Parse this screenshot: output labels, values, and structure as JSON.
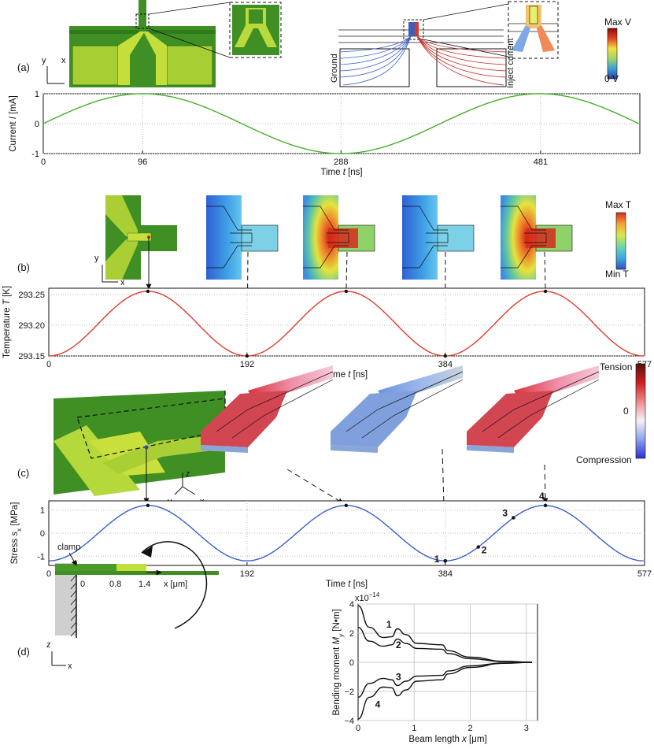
{
  "panels": {
    "a": {
      "label": "(a)",
      "schematic_labels": {
        "ground": "Ground",
        "inject": "Inject current"
      },
      "colorbar": {
        "max": "Max V",
        "min": "0 V",
        "colors": [
          "#2c3e9e",
          "#39a0d8",
          "#9fd46a",
          "#f2e23a",
          "#e0421f",
          "#8c0a0a"
        ]
      },
      "axes": {
        "x": "x",
        "y": "y"
      }
    },
    "b": {
      "label": "(b)",
      "colorbar": {
        "max": "Max T",
        "min": "Min T",
        "colors": [
          "#2f51c8",
          "#3ea7e3",
          "#6fd6a8",
          "#d7e84a",
          "#f5a33b",
          "#d82a1b"
        ]
      },
      "axes": {
        "x": "x",
        "y": "y"
      }
    },
    "c": {
      "label": "(c)",
      "colorbar": {
        "max": "Tension",
        "mid": "0",
        "min": "Compression",
        "colors": [
          "#2b2fd4",
          "#8ea2ee",
          "#f3f3f6",
          "#f08a8a",
          "#cf1f1f",
          "#5a0f0f"
        ]
      },
      "axes": {
        "x": "x",
        "y": "y",
        "z": "z"
      },
      "markers": [
        "1",
        "2",
        "3",
        "4"
      ]
    },
    "d": {
      "label": "(d)",
      "clamp_label": "clamp",
      "beam_ticks": [
        "0",
        "0.8",
        "1.4"
      ],
      "beam_axis_label": "x [μm]",
      "axes": {
        "z": "z",
        "x": "x"
      }
    }
  },
  "chart_data": [
    {
      "id": "current",
      "type": "line",
      "xlabel": "Time t [ns]",
      "ylabel": "Current I [mA]",
      "xlim": [
        0,
        577
      ],
      "ylim": [
        -1,
        1
      ],
      "xticks": [
        "0",
        "96",
        "288",
        "481"
      ],
      "yticks": [
        "-1",
        "0",
        "1"
      ],
      "grid": true,
      "color": "#44b02a",
      "series": [
        {
          "function": "sin",
          "amplitude": 1,
          "offset": 0,
          "period_ns": 384,
          "peak_ns": 96
        }
      ]
    },
    {
      "id": "temperature",
      "type": "line",
      "xlabel": "Time t [ns]",
      "ylabel": "Temperature T [K]",
      "xlim": [
        0,
        577
      ],
      "ylim": [
        293.15,
        293.26
      ],
      "xticks": [
        "0",
        "192",
        "384",
        "577"
      ],
      "yticks": [
        "293.15",
        "293.20",
        "293.25"
      ],
      "grid": true,
      "color": "#e23a2a",
      "series": [
        {
          "function": "cos",
          "min": 293.15,
          "max": 293.255,
          "period_ns": 192,
          "peak_ns": 96
        }
      ],
      "highlight_points": [
        96,
        192,
        288,
        384,
        481
      ]
    },
    {
      "id": "stress",
      "type": "line",
      "xlabel": "Time t [ns]",
      "ylabel": "Stress s_x [MPa]",
      "xlim": [
        0,
        577
      ],
      "ylim": [
        -1.4,
        1.4
      ],
      "xticks": [
        "0",
        "192",
        "384",
        "577"
      ],
      "yticks": [
        "-1",
        "0",
        "1"
      ],
      "grid": true,
      "color": "#3a5fd0",
      "series": [
        {
          "function": "cos",
          "min": -1.2,
          "max": 1.2,
          "period_ns": 192,
          "peak_ns": 96
        }
      ],
      "highlight_points": [
        96,
        288,
        384,
        481
      ],
      "numbered_points": [
        {
          "label": "1",
          "t": 384
        },
        {
          "label": "2",
          "t": 416
        },
        {
          "label": "3",
          "t": 450
        },
        {
          "label": "4",
          "t": 481
        }
      ]
    },
    {
      "id": "bending_moment",
      "type": "line",
      "xlabel": "Beam length x [μm]",
      "ylabel": "Bending moment My [N•m]",
      "scale_label": "x10",
      "scale_exp": "−14",
      "xlim": [
        0,
        3.2
      ],
      "ylim": [
        -4,
        4
      ],
      "xticks": [
        "0",
        "1",
        "2",
        "3"
      ],
      "yticks": [
        "−4",
        "−2",
        "0",
        "2",
        "4"
      ],
      "grid": true,
      "color": "#111111",
      "series": [
        {
          "name": "1",
          "points": [
            [
              0,
              3.9
            ],
            [
              0.2,
              2.4
            ],
            [
              0.45,
              1.7
            ],
            [
              0.6,
              1.75
            ],
            [
              0.7,
              2.3
            ],
            [
              0.85,
              1.9
            ],
            [
              1.05,
              1.3
            ],
            [
              1.5,
              1.2
            ],
            [
              1.6,
              0.8
            ],
            [
              2.0,
              0.35
            ],
            [
              2.6,
              0.07
            ],
            [
              3.1,
              0
            ]
          ]
        },
        {
          "name": "2",
          "points": [
            [
              0,
              2.4
            ],
            [
              0.2,
              1.45
            ],
            [
              0.45,
              1.1
            ],
            [
              0.6,
              1.2
            ],
            [
              0.7,
              1.6
            ],
            [
              0.85,
              1.3
            ],
            [
              1.05,
              0.95
            ],
            [
              1.5,
              0.9
            ],
            [
              1.6,
              0.6
            ],
            [
              2.0,
              0.25
            ],
            [
              2.6,
              0.05
            ],
            [
              3.1,
              0
            ]
          ]
        },
        {
          "name": "3",
          "points": [
            [
              0,
              -2.4
            ],
            [
              0.2,
              -1.45
            ],
            [
              0.45,
              -1.1
            ],
            [
              0.6,
              -1.2
            ],
            [
              0.7,
              -1.6
            ],
            [
              0.85,
              -1.3
            ],
            [
              1.05,
              -0.95
            ],
            [
              1.5,
              -0.9
            ],
            [
              1.6,
              -0.6
            ],
            [
              2.0,
              -0.25
            ],
            [
              2.6,
              -0.05
            ],
            [
              3.1,
              0
            ]
          ]
        },
        {
          "name": "4",
          "points": [
            [
              0,
              -3.9
            ],
            [
              0.2,
              -2.4
            ],
            [
              0.45,
              -1.7
            ],
            [
              0.6,
              -1.75
            ],
            [
              0.7,
              -2.3
            ],
            [
              0.85,
              -1.9
            ],
            [
              1.05,
              -1.3
            ],
            [
              1.5,
              -1.2
            ],
            [
              1.6,
              -0.8
            ],
            [
              2.0,
              -0.35
            ],
            [
              2.6,
              -0.07
            ],
            [
              3.1,
              0
            ]
          ]
        }
      ]
    }
  ]
}
